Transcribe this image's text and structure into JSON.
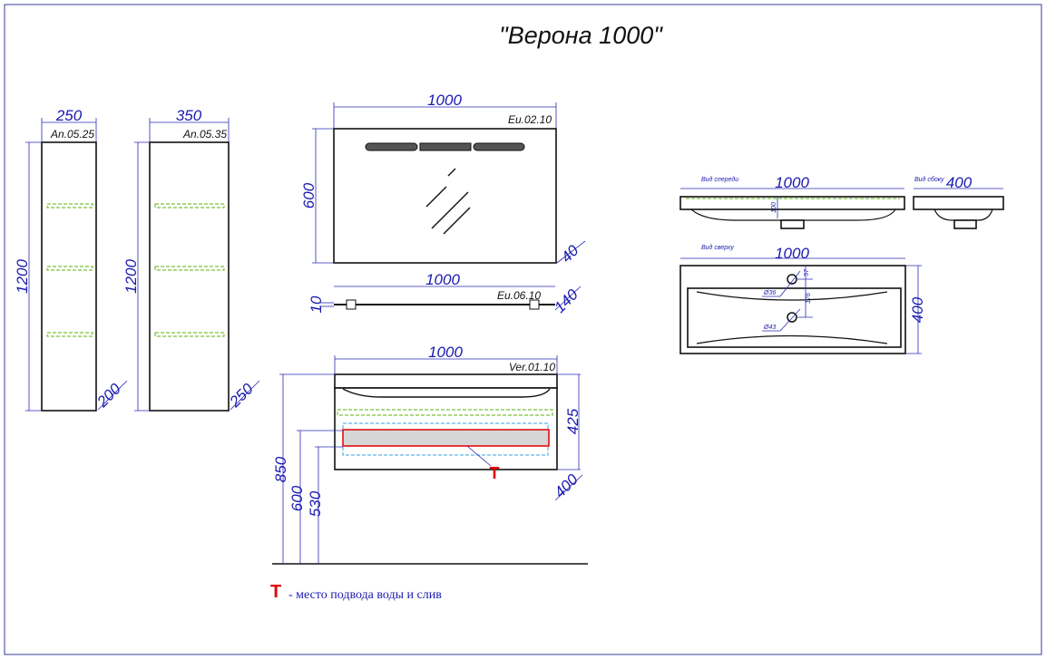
{
  "title": "\"Верона 1000\"",
  "colors": {
    "dimension": "#1a1ab0",
    "shelf": "#7cc23a",
    "connection": "#e00000",
    "drawer": "#3aa0e0"
  },
  "cabinet_small": {
    "code": "An.05.25",
    "width": "250",
    "height": "1200",
    "depth": "200"
  },
  "cabinet_large": {
    "code": "An.05.35",
    "width": "350",
    "height": "1200",
    "depth": "250"
  },
  "mirror": {
    "code": "Eu.02.10",
    "width": "1000",
    "height": "600",
    "depth": "40"
  },
  "shelf": {
    "code": "Eu.06.10",
    "width": "1000",
    "thickness": "10",
    "depth": "140"
  },
  "vanity": {
    "code": "Ver.01.10",
    "width": "1000",
    "height": "425",
    "depth": "400",
    "mount_height": "850",
    "h600": "600",
    "h530": "530",
    "marker": "T"
  },
  "legend": {
    "marker": "T",
    "text": "- место подвода воды и слив"
  },
  "sink": {
    "front_label": "Вид спереди",
    "front_width": "1000",
    "front_height": "100",
    "side_label": "Вид сбоку",
    "side_depth": "400",
    "top_label": "Вид сверху",
    "top_width": "1000",
    "top_depth": "400",
    "hole1": "Ø36",
    "hole2": "Ø43",
    "offset1": "57",
    "offset2": "176"
  }
}
